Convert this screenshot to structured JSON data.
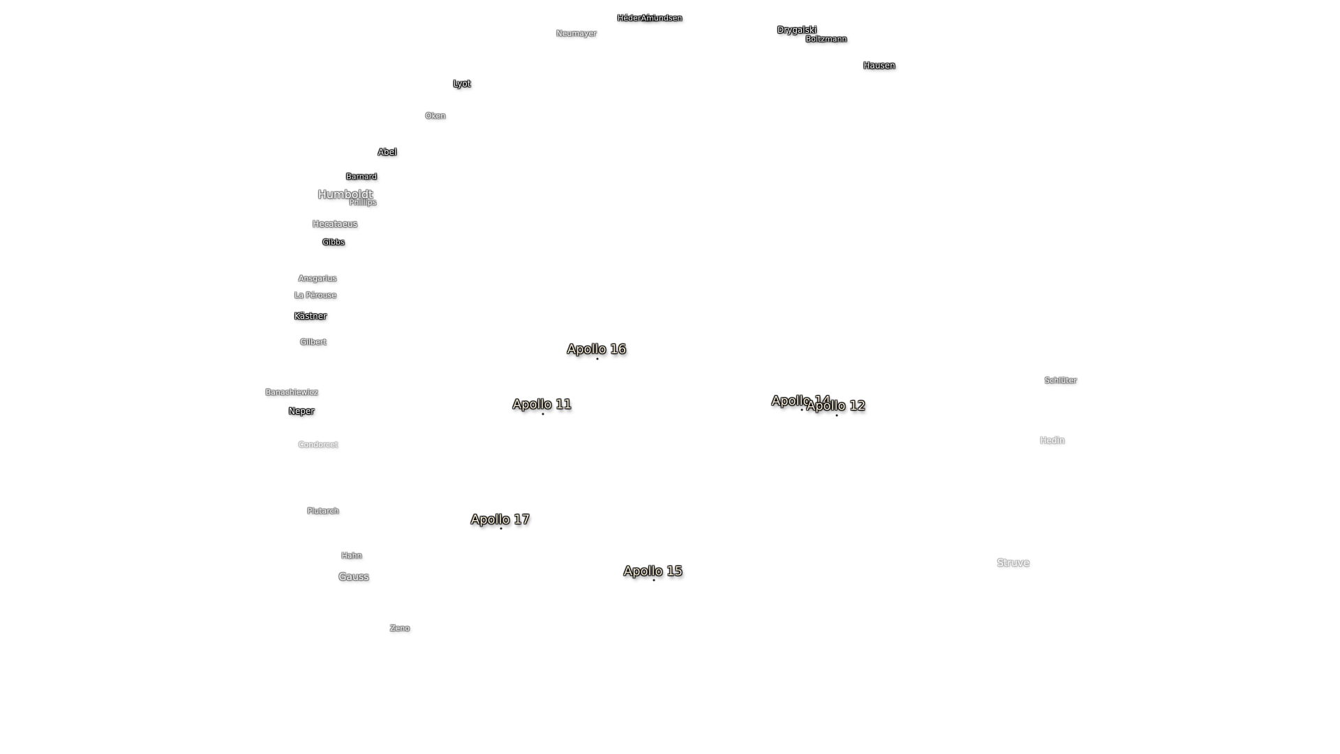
{
  "map": {
    "crater_labels": [
      {
        "id": "hedervari",
        "name": "Hédervári"
      },
      {
        "id": "amundsen",
        "name": "Amundsen"
      },
      {
        "id": "neumayer",
        "name": "Neumayer"
      },
      {
        "id": "drygalski",
        "name": "Drygalski"
      },
      {
        "id": "boltzmann",
        "name": "Boltzmann"
      },
      {
        "id": "hausen",
        "name": "Hausen"
      },
      {
        "id": "lyot",
        "name": "Lyot"
      },
      {
        "id": "oken",
        "name": "Oken"
      },
      {
        "id": "abel",
        "name": "Abel"
      },
      {
        "id": "barnard",
        "name": "Barnard"
      },
      {
        "id": "humboldt",
        "name": "Humboldt"
      },
      {
        "id": "phillips",
        "name": "Phillips"
      },
      {
        "id": "hecataeus",
        "name": "Hecataeus"
      },
      {
        "id": "gibbs",
        "name": "Gibbs"
      },
      {
        "id": "ansgarius",
        "name": "Ansgarius"
      },
      {
        "id": "la-perouse",
        "name": "La Pérouse"
      },
      {
        "id": "kastner",
        "name": "Kästner"
      },
      {
        "id": "gilbert",
        "name": "Gilbert"
      },
      {
        "id": "banachiewicz",
        "name": "Banachiewicz"
      },
      {
        "id": "neper",
        "name": "Neper"
      },
      {
        "id": "condorcet",
        "name": "Condorcet"
      },
      {
        "id": "plutarch",
        "name": "Plutarch"
      },
      {
        "id": "hahn",
        "name": "Hahn"
      },
      {
        "id": "gauss",
        "name": "Gauss"
      },
      {
        "id": "zeno",
        "name": "Zeno"
      },
      {
        "id": "schluter",
        "name": "Schlüter"
      },
      {
        "id": "hedin",
        "name": "Hedin"
      },
      {
        "id": "struve",
        "name": "Struve"
      }
    ],
    "landing_sites": [
      {
        "id": "apollo-16",
        "name": "Apollo 16"
      },
      {
        "id": "apollo-11",
        "name": "Apollo 11"
      },
      {
        "id": "apollo-14",
        "name": "Apollo 14"
      },
      {
        "id": "apollo-12",
        "name": "Apollo 12"
      },
      {
        "id": "apollo-17",
        "name": "Apollo 17"
      },
      {
        "id": "apollo-15",
        "name": "Apollo 15"
      }
    ]
  }
}
